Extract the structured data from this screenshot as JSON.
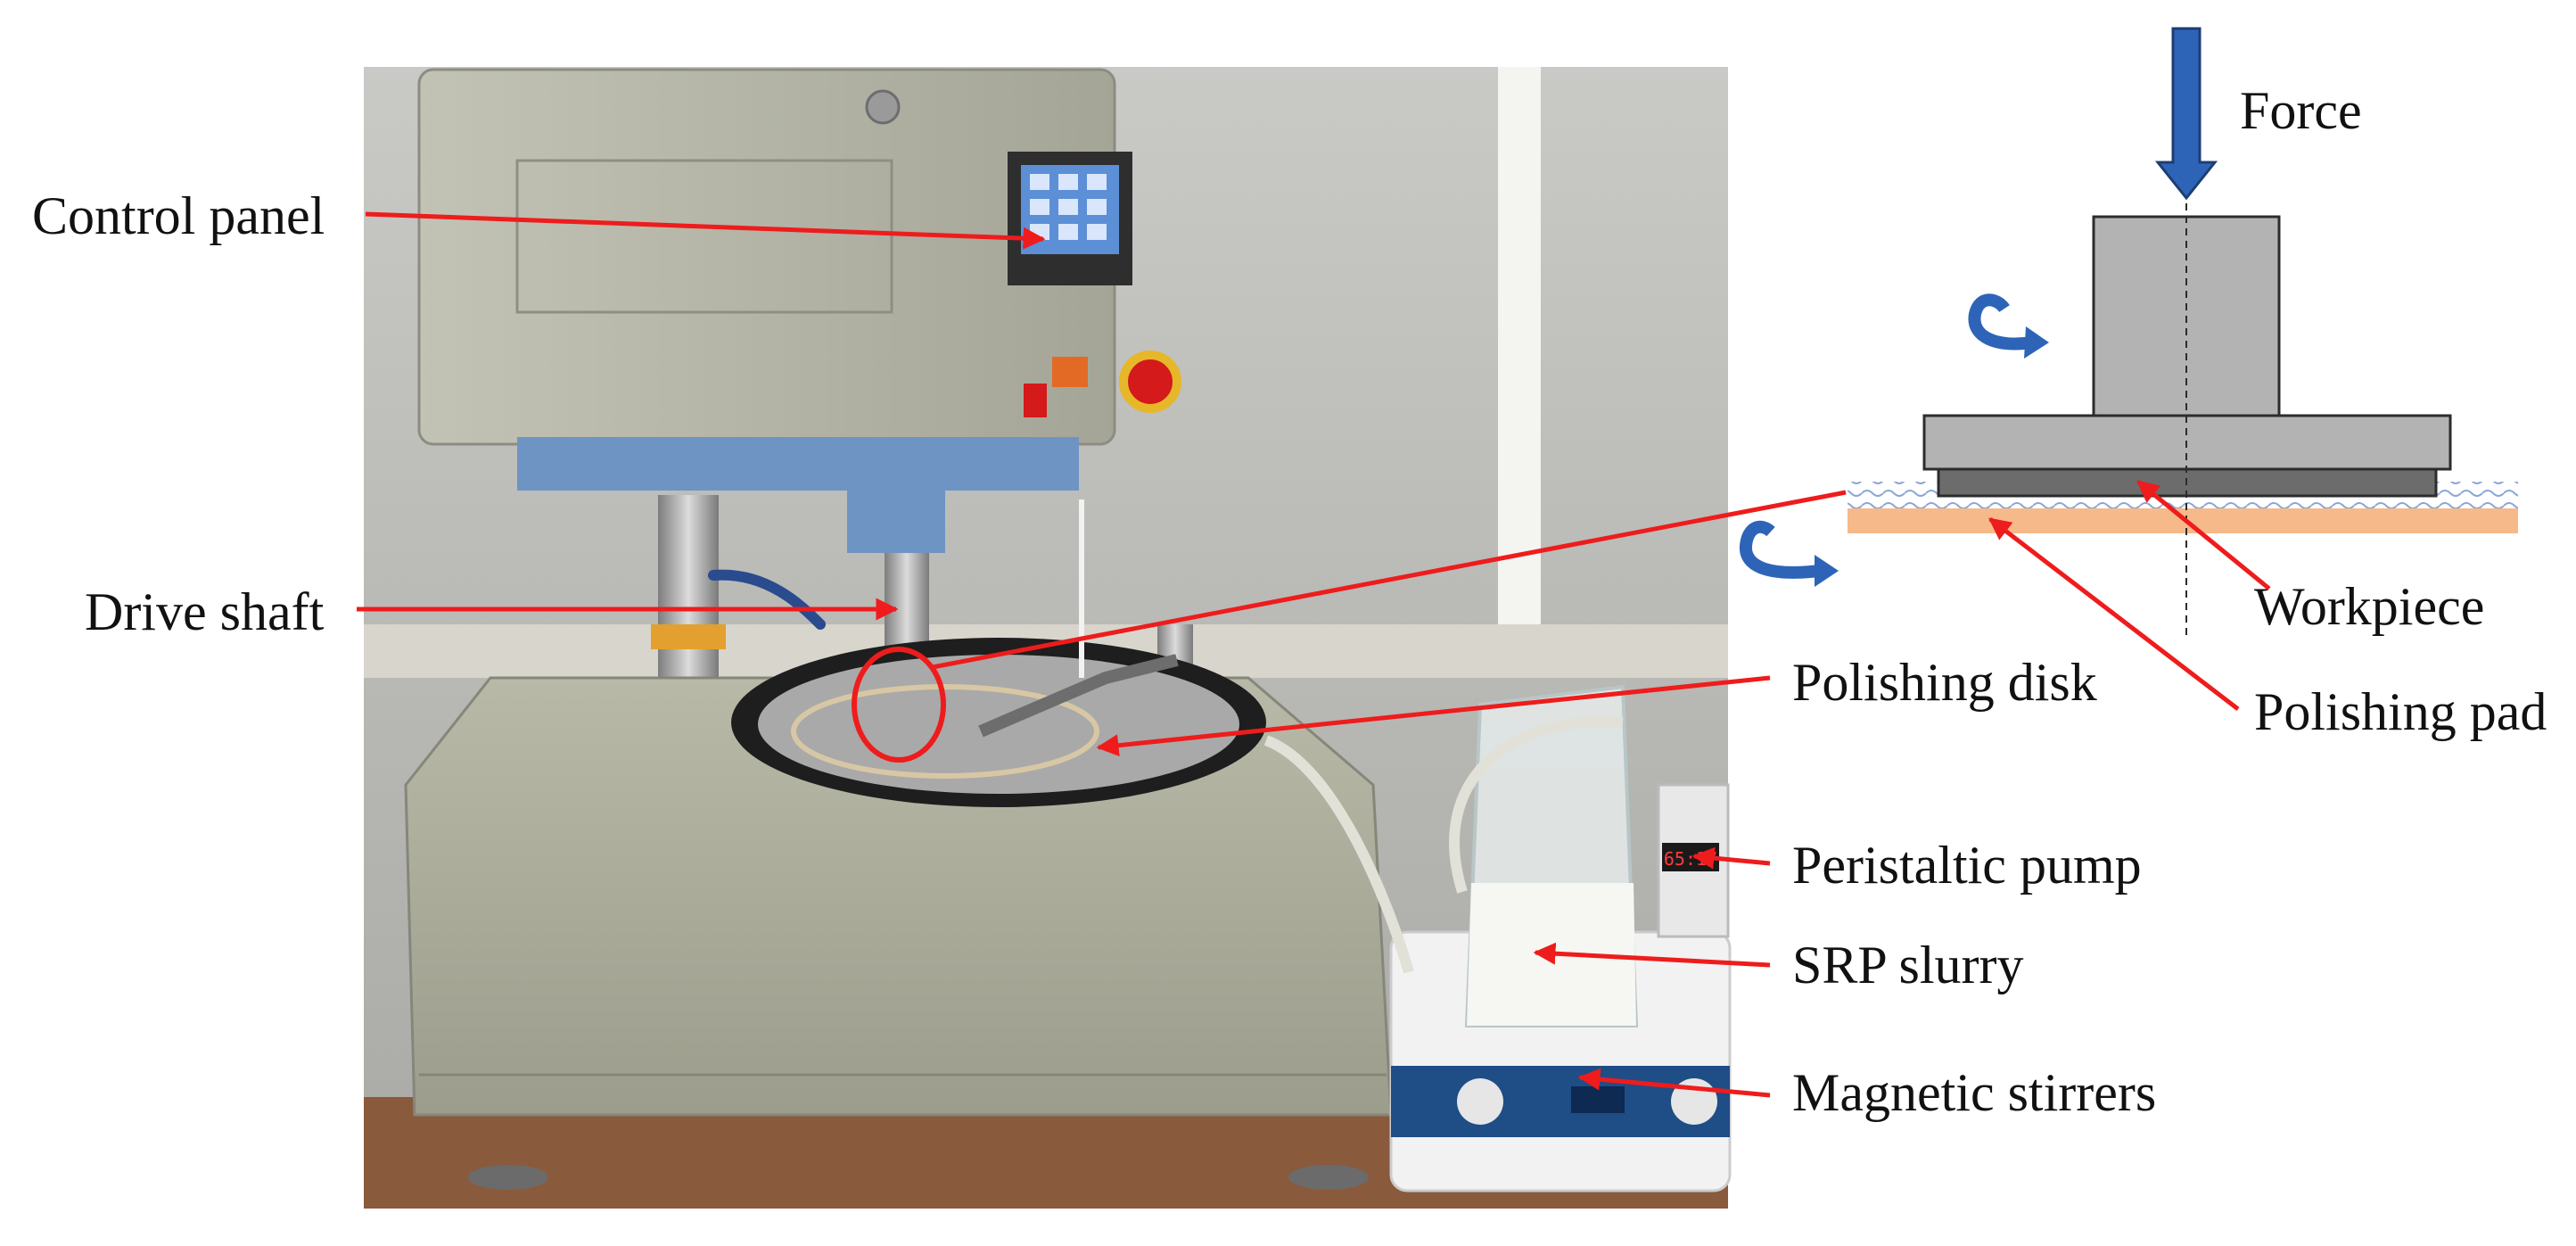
{
  "colors": {
    "leader": "#ee1c1c",
    "arrow_blue": "#2e64b8",
    "pad_orange": "#f6b98a",
    "block_gray": "#b3b3b3",
    "workpiece_dark": "#6c6c6c"
  },
  "photo_labels": {
    "control_panel": "Control panel",
    "drive_shaft": "Drive shaft",
    "polishing_disk": "Polishing disk",
    "peristaltic_pump": "Peristaltic pump",
    "srp_slurry": "SRP slurry",
    "magnetic_stirrers": "Magnetic stirrers",
    "pump_display": "65:17"
  },
  "schematic_labels": {
    "force": "Force",
    "workpiece": "Workpiece",
    "polishing_pad": "Polishing pad"
  },
  "icons": [
    "force-arrow-icon",
    "rotation-arrow-icon"
  ]
}
